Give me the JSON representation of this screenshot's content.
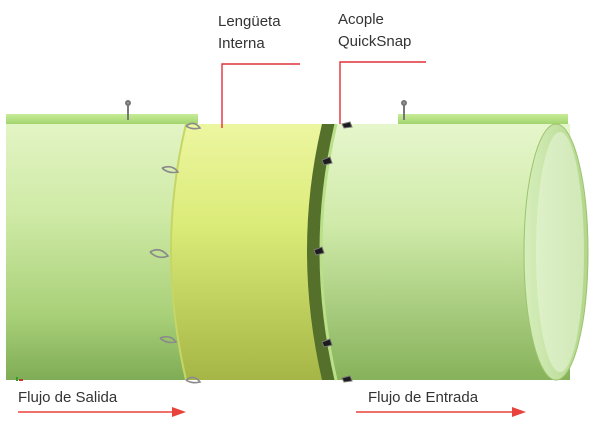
{
  "labels": {
    "inner_tab_line1": "Lengüeta",
    "inner_tab_line2": "Interna",
    "coupling_line1": "Acople",
    "coupling_line2": "QuickSnap",
    "outflow": "Flujo de Salida",
    "inflow": "Flujo de Entrada"
  },
  "colors": {
    "pipe_light": "#e6f6c8",
    "pipe_mid": "#b9df88",
    "pipe_dark": "#86b45e",
    "band_light": "#eaf48e",
    "band_dark": "#9fb03e",
    "joint_dark": "#4e6a22",
    "leader_red": "#e0303a",
    "arrow_red": "#e8423c"
  },
  "icons": [
    "clip-icon",
    "latch-icon",
    "flow-arrow-icon"
  ]
}
